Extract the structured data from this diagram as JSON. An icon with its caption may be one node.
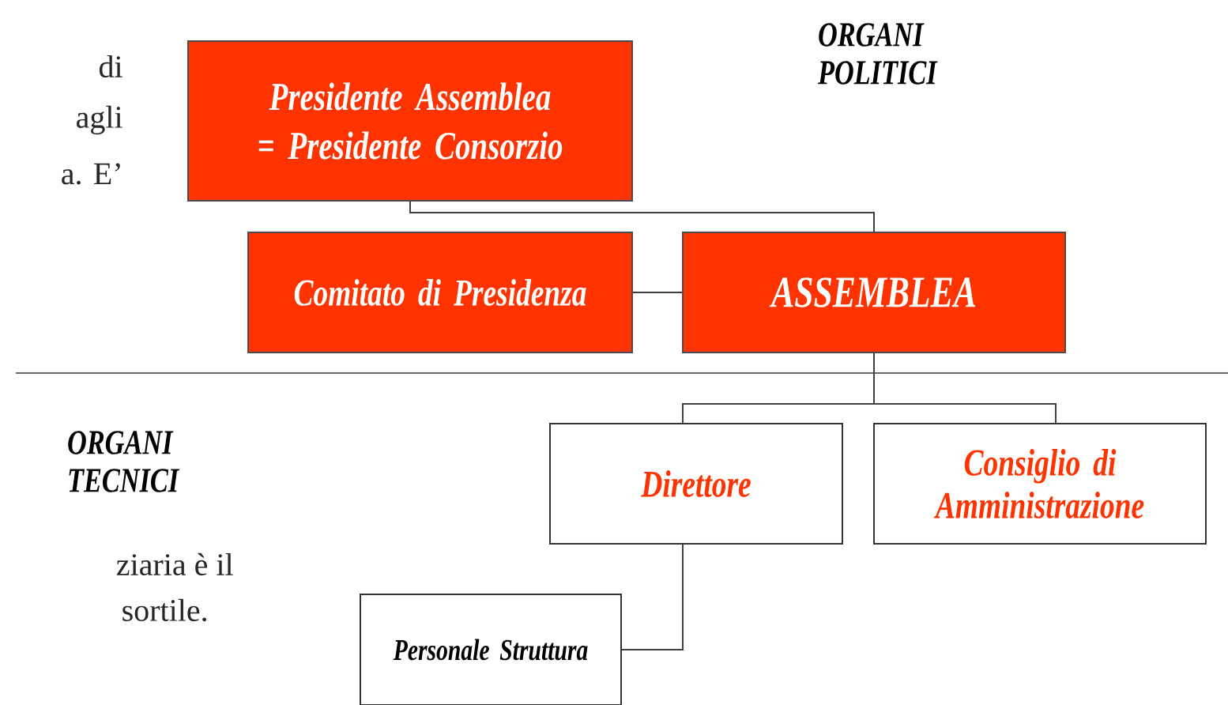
{
  "diagram": {
    "nodes": [
      {
        "text": [
          "Presidente Assemblea = Presidente Consorzio"
        ]
      },
      {
        "text": [
          "Comitato di Presidenza"
        ]
      },
      {
        "text": [
          "ASSEMBLEA"
        ]
      },
      {
        "text": [
          "Direttore"
        ]
      },
      {
        "text": [
          "Consiglio di Amministrazione"
        ]
      },
      {
        "text": [
          "Personale Struttura"
        ]
      }
    ],
    "edges": [
      {
        "from": 0,
        "to": 2,
        "arrow": "none"
      },
      {
        "from": 1,
        "to": 2,
        "arrow": "none"
      },
      {
        "from": 2,
        "to": 3,
        "arrow": "none"
      },
      {
        "from": 2,
        "to": 4,
        "arrow": "none"
      },
      {
        "from": 3,
        "to": 5,
        "arrow": "none"
      }
    ],
    "labels": [
      "di",
      "agli",
      "a. E’",
      "ORGANI POLITICI",
      "ORGANI TECNICI",
      "ziaria è il",
      "sortile."
    ]
  }
}
